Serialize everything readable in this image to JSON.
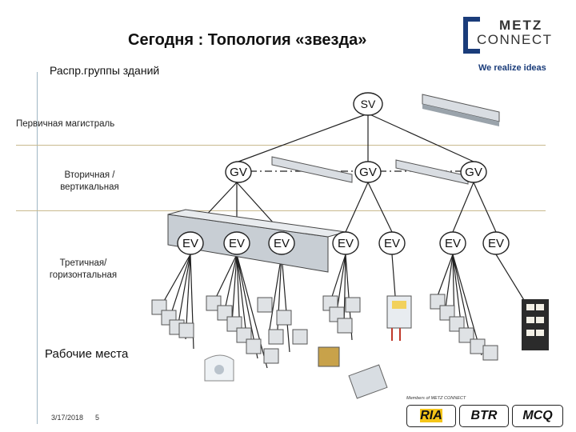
{
  "title": "Сегодня : Топология «звезда»",
  "subtitle": "Распр.группы зданий",
  "levels": {
    "primary": "Первичная магистраль",
    "secondary_line1": "Вторичная /",
    "secondary_line2": "вертикальная",
    "tertiary_line1": "Третичная/",
    "tertiary_line2": "горизонтальная",
    "workplaces": "Рабочие места"
  },
  "nodes": {
    "sv": "SV",
    "gv": [
      "GV",
      "GV",
      "GV"
    ],
    "ev": [
      "EV",
      "EV",
      "EV",
      "EV",
      "EV",
      "EV",
      "EV"
    ]
  },
  "logo": {
    "metz": "METZ",
    "connect": "CONNECT",
    "tagline": "We realize ideas"
  },
  "partners": {
    "members_label": "Members of METZ CONNECT",
    "ria": "RIA",
    "btr": "BTR",
    "mcq": "MCQ"
  },
  "footer": {
    "date": "3/17/2018",
    "page": "5"
  },
  "colors": {
    "node_border": "#222222",
    "level_line": "#c9b98e",
    "accent_blue": "#1a3c7a",
    "ria_yellow": "#f5c518"
  },
  "icons": [
    "logo-bracket-icon",
    "patch-panel-icon",
    "wall-outlet-icon",
    "keystone-jack-icon",
    "connector-block-icon"
  ]
}
